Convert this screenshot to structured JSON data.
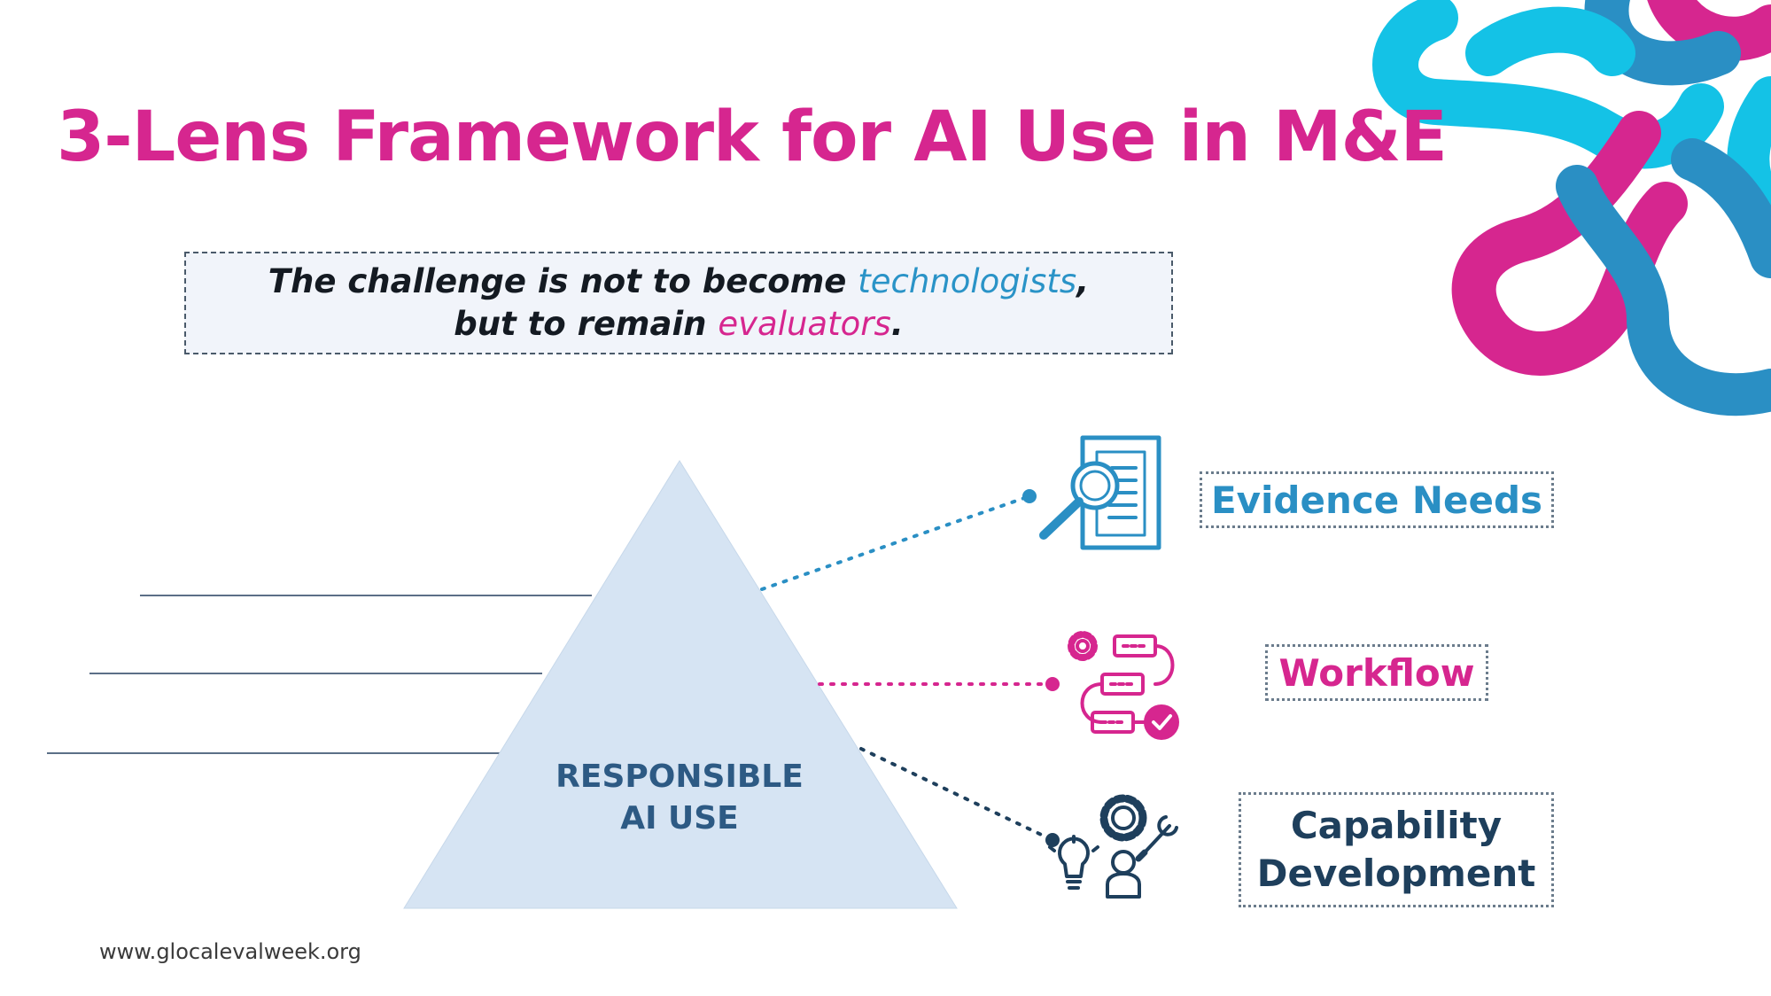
{
  "title": "3-Lens Framework for AI Use in M&E",
  "quote": {
    "line1_prefix": "The challenge is not to become ",
    "line1_highlight": "technologists",
    "line1_suffix": ",",
    "line2_prefix": "but to remain ",
    "line2_highlight": "evaluators",
    "line2_suffix": "."
  },
  "pyramid": {
    "label_line1": "RESPONSIBLE",
    "label_line2": "AI USE"
  },
  "lenses": [
    {
      "label": "Evidence Needs",
      "icon": "document-magnifier-icon",
      "color": "#2a8fc4"
    },
    {
      "label": "Workflow",
      "icon": "workflow-process-icon",
      "color": "#d6268f"
    },
    {
      "label_line1": "Capability",
      "label_line2": "Development",
      "icon": "capability-people-gear-icon",
      "color": "#1e3f5c"
    }
  ],
  "footer_url": "www.glocalevalweek.org",
  "colors": {
    "brand_pink": "#d6268f",
    "brand_blue": "#2a93c7",
    "brand_cyan": "#14c2e6",
    "navy": "#1e3f5c",
    "pyramid_fill": "#d6e4f3"
  }
}
